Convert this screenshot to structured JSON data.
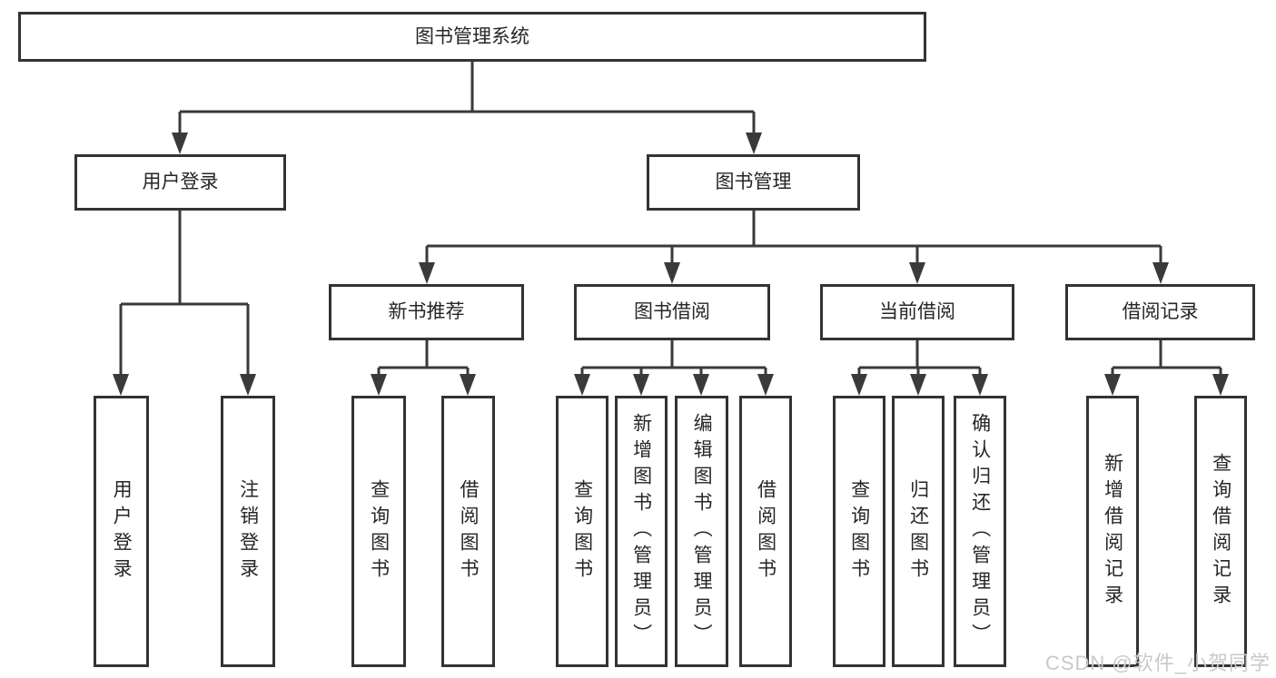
{
  "tree": {
    "root": {
      "label": "图书管理系统",
      "children": [
        {
          "label": "用户登录",
          "children": [
            {
              "label": "用户登录"
            },
            {
              "label": "注销登录"
            }
          ]
        },
        {
          "label": "图书管理",
          "children": [
            {
              "label": "新书推荐",
              "children": [
                {
                  "label": "查询图书"
                },
                {
                  "label": "借阅图书"
                }
              ]
            },
            {
              "label": "图书借阅",
              "children": [
                {
                  "label": "查询图书"
                },
                {
                  "label": "新增图书（管理员）"
                },
                {
                  "label": "编辑图书（管理员）"
                },
                {
                  "label": "借阅图书"
                }
              ]
            },
            {
              "label": "当前借阅",
              "children": [
                {
                  "label": "查询图书"
                },
                {
                  "label": "归还图书"
                },
                {
                  "label": "确认归还（管理员）"
                }
              ]
            },
            {
              "label": "借阅记录",
              "children": [
                {
                  "label": "新增借阅记录"
                },
                {
                  "label": "查询借阅记录"
                }
              ]
            }
          ]
        }
      ]
    }
  },
  "watermark": {
    "text": "CSDN @软件_小贺同学"
  },
  "colors": {
    "line": "#3a3a3a",
    "box_border": "#333333",
    "text": "#262626",
    "background": "#ffffff",
    "watermark": "#c9c9c9"
  }
}
